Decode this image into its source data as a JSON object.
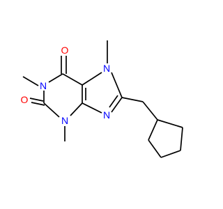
{
  "structure": {
    "atoms": [
      {
        "id": "o6",
        "symbol": "O",
        "color": "#ff0000"
      },
      {
        "id": "o2",
        "symbol": "O",
        "color": "#ff0000"
      },
      {
        "id": "n1",
        "symbol": "N",
        "color": "#0000ff"
      },
      {
        "id": "n3",
        "symbol": "N",
        "color": "#0000ff"
      },
      {
        "id": "n7",
        "symbol": "N",
        "color": "#0000ff"
      },
      {
        "id": "n9",
        "symbol": "N",
        "color": "#0000ff"
      }
    ],
    "bond_color": "#000000",
    "background": "#ffffff"
  }
}
